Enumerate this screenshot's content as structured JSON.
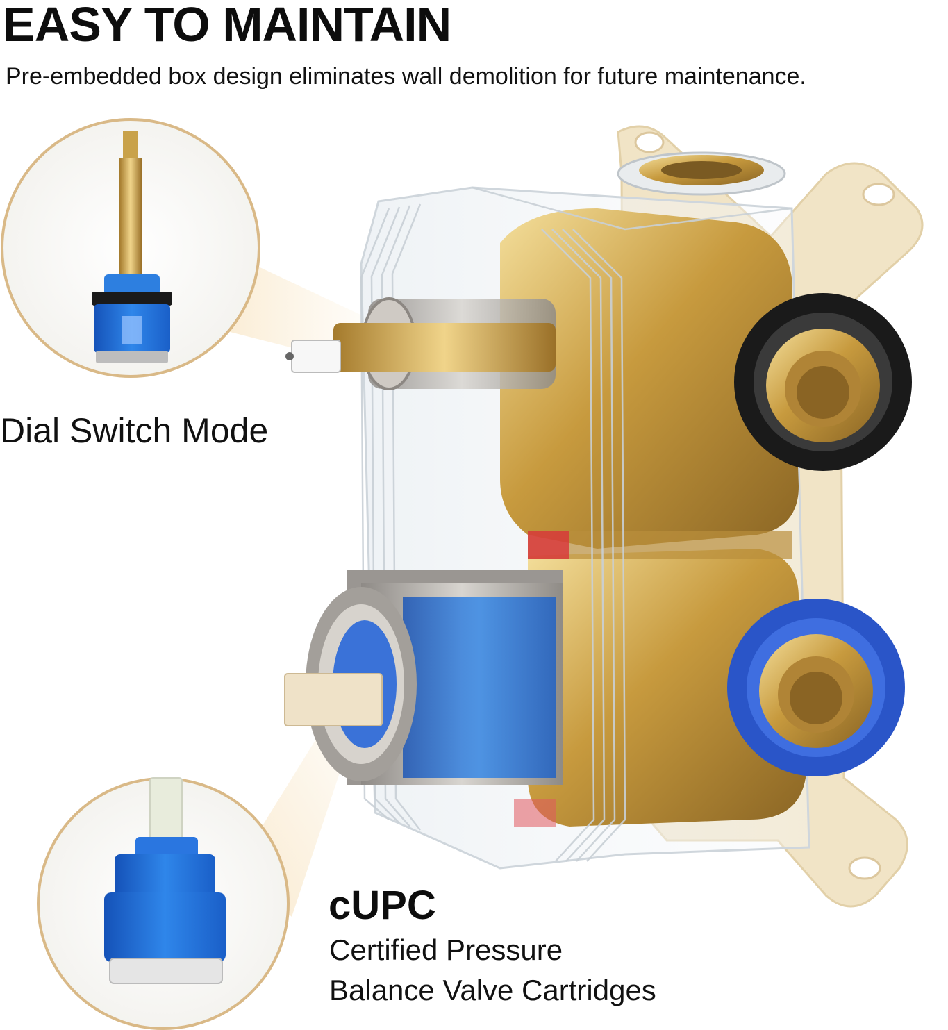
{
  "header": {
    "title": "EASY TO MAINTAIN",
    "subtitle": "Pre-embedded box design eliminates wall demolition for future maintenance."
  },
  "callouts": {
    "dial": {
      "label": "Dial Switch Mode"
    },
    "cartridge": {
      "title": "cUPC",
      "line1": "Certified Pressure",
      "line2": "Balance Valve Cartridges"
    }
  },
  "colors": {
    "gold_ring": "#d9b987",
    "brass": "#c9a24a",
    "cartridge_blue": "#1f6fd6",
    "mount_cream": "#f1e4c6"
  }
}
